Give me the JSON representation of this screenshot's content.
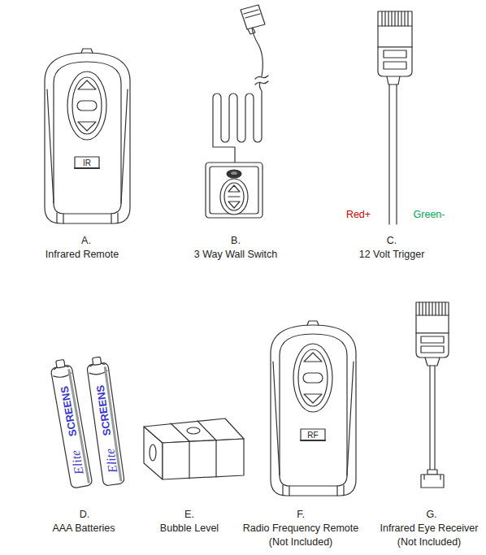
{
  "diagram": {
    "labels": [
      "IR",
      "RF",
      "Red+",
      "Green-",
      "A.",
      "Infrared Remote",
      "B.",
      "3 Way Wall Switch",
      "C.",
      "12 Volt Trigger",
      "Elite",
      "SCREENS",
      "Elite",
      "SCREENS",
      "D.",
      "AAA Batteries",
      "E.",
      "Bubble Level",
      "F.",
      "Radio Frequency Remote",
      "(Not Included)",
      "G.",
      "Infrared Eye Receiver",
      "(Not Included)"
    ]
  }
}
